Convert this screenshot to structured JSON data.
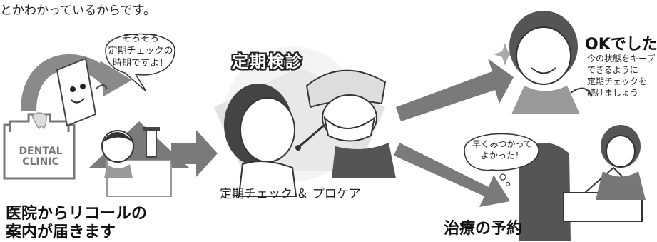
{
  "intro_text": "とかわかっているからです。",
  "step1": {
    "bubble": [
      "そろそろ",
      "定期チェックの",
      "時期ですよ！"
    ],
    "clinic_sign": [
      "DENTAL",
      "CLINIC"
    ],
    "label": [
      "医院からリコールの",
      "案内が届きます"
    ]
  },
  "step2": {
    "title": "定期検診",
    "caption": "定期チェック ＆ プロケア"
  },
  "result_ok": {
    "heading": "OKでした!",
    "lines": [
      "今の状態をキープ",
      "できるように",
      "定期チェックを",
      "続けましょう"
    ]
  },
  "result_treat": {
    "bubble": [
      "早くみつかって",
      "よかった！"
    ],
    "label": "治療の予約"
  }
}
